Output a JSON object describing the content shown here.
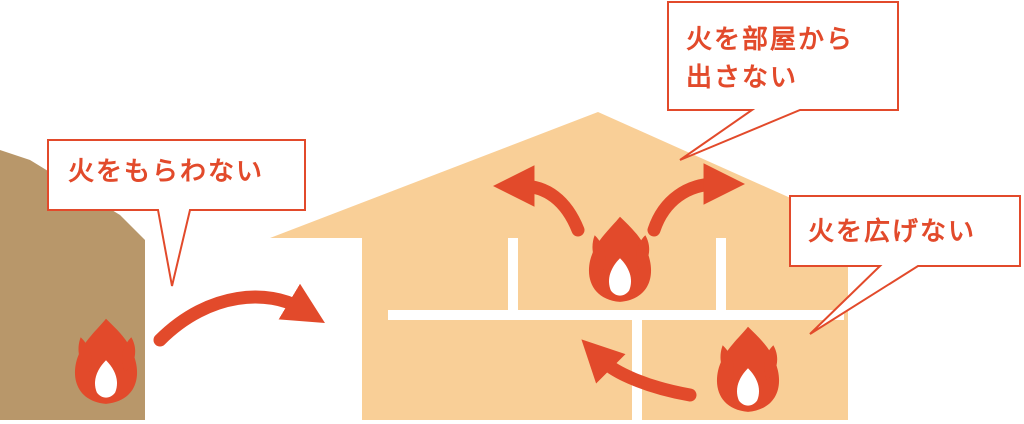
{
  "callouts": {
    "no_receive": "火をもらわない",
    "no_escape_line1": "火を部屋から",
    "no_escape_line2": "出さない",
    "no_spread": "火を広げない"
  },
  "colors": {
    "neighbor_building": "#b8976a",
    "house": "#f9cf97",
    "house_walls": "#ffffff",
    "flame": "#e24a2b",
    "arrow": "#e24a2b",
    "callout_border": "#e24a2b",
    "callout_text": "#e24a2b"
  },
  "icons": [
    "flame-icon",
    "arrow-icon"
  ]
}
